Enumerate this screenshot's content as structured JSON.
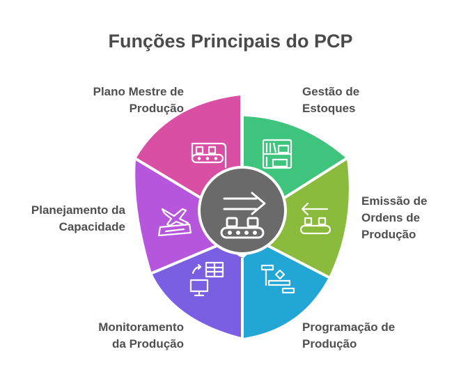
{
  "title": "Funções Principais do PCP",
  "segments": [
    {
      "line1": "Gestão de",
      "line2": "Estoques",
      "color": "#3ec47c",
      "icon": "shelf-icon"
    },
    {
      "line1": "Emissão de",
      "line2": "Ordens de",
      "line3": "Produção",
      "color": "#8abb3c",
      "icon": "arrow-left-conveyor-icon"
    },
    {
      "line1": "Programação de",
      "line2": "Produção",
      "color": "#22a6d6",
      "icon": "gantt-chart-icon"
    },
    {
      "line1": "Monitoramento",
      "line2": "da Produção",
      "color": "#7b5fe3",
      "icon": "monitor-table-icon"
    },
    {
      "line1": "Planejamento da",
      "line2": "Capacidade",
      "color": "#b556dc",
      "icon": "airplane-runway-icon"
    },
    {
      "line1": "Plano Mestre de",
      "line2": "Produção",
      "color": "#d94fa4",
      "icon": "conveyor-scroll-icon"
    }
  ],
  "center": {
    "color": "#6a6a6a",
    "icon": "conveyor-arrow-icon"
  }
}
